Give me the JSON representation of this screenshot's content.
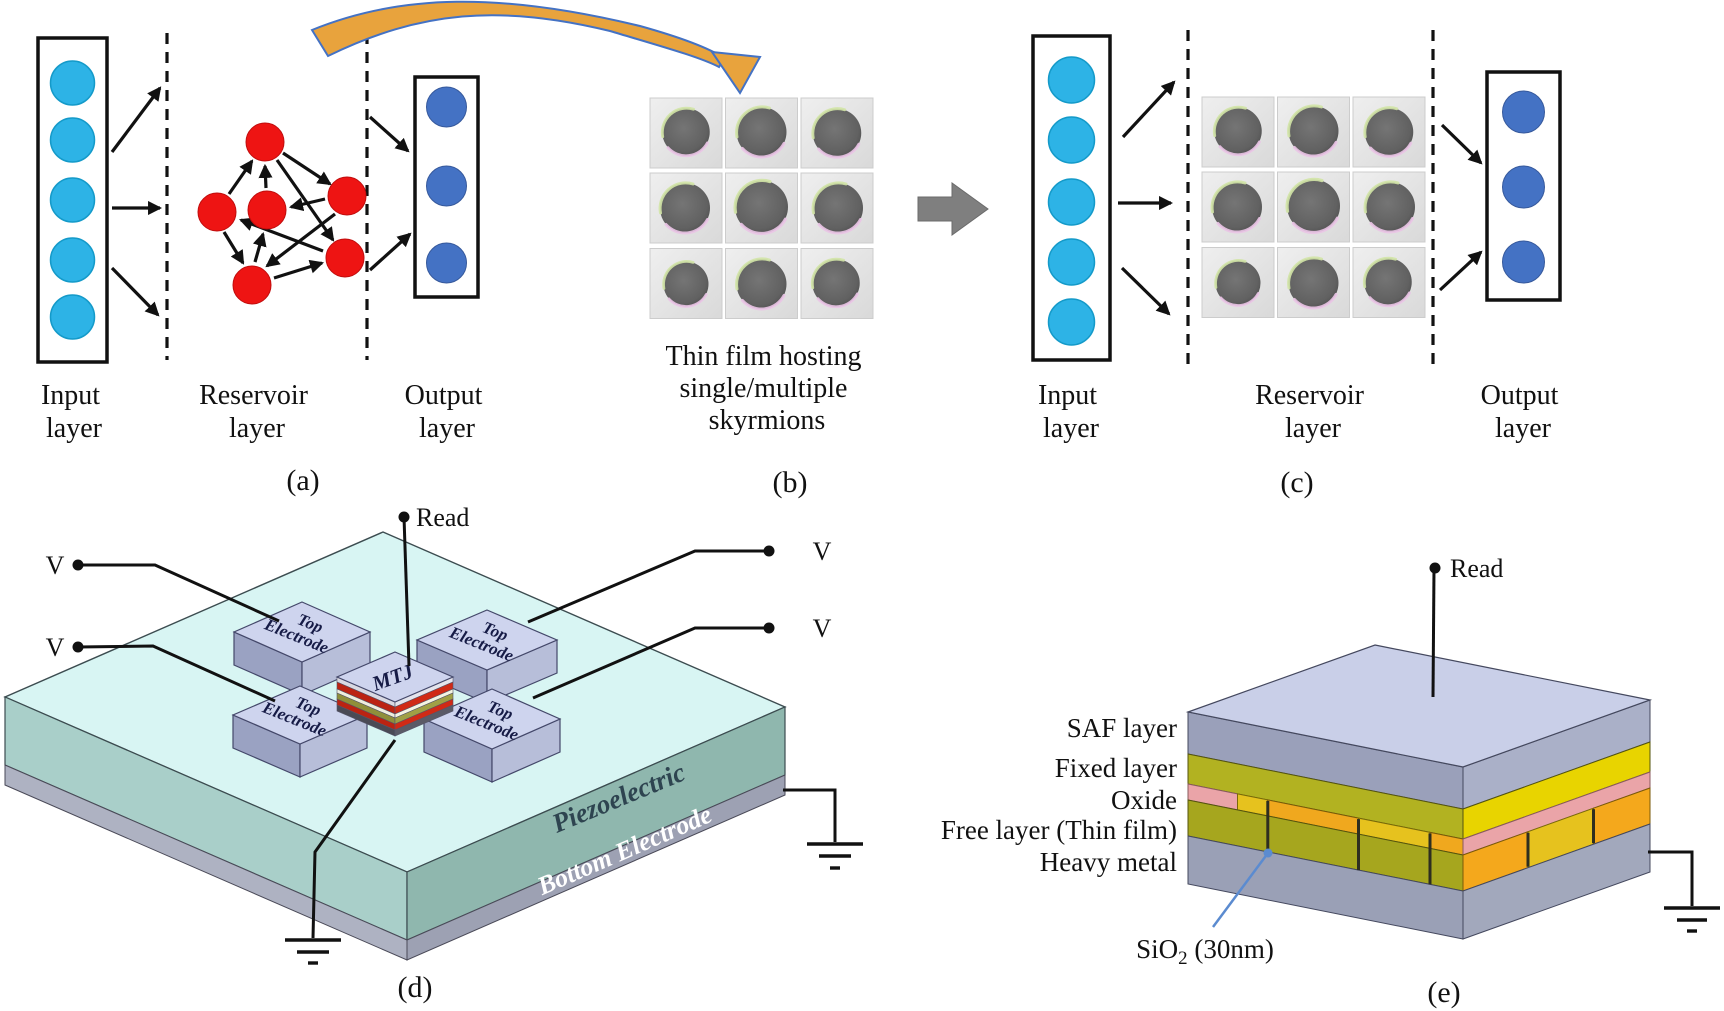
{
  "colors": {
    "c_input_node": "#2db3e6",
    "c_output_node": "#4472c4",
    "c_reservoir_node": "#ee1413",
    "c_gray_arrow": "#7f7f7f",
    "c_gold": "#e8a33d",
    "c_curve_blue": "#4472c4",
    "c_piezo_top": "#d8f5f3",
    "c_piezo_left": "#a9cfc9",
    "c_piezo_right": "#8fb7ae",
    "c_piezo_text": "#2e4450",
    "c_belec_left": "#aeb2c2",
    "c_belec_right": "#9da1b3",
    "c_ebox_top": "#ced4ee",
    "c_ebox_left": "#9aa2c2",
    "c_ebox_right": "#b7bed9",
    "c_saf_top": "#c9cfe8",
    "c_saf_front": "#9aa0ba",
    "c_saf_side": "#aab0c8",
    "c_fixed_front": "#b2b221",
    "c_fixed_side": "#e8d400",
    "c_oxide": "#eaa4a8",
    "c_free_front": "#a6a61e",
    "c_free_side": "#f4a81c",
    "c_free_top_yellow": "#e6c21e",
    "c_free_top_orange": "#f0a81e",
    "c_heavy_front": "#9aa0b6",
    "c_heavy_side": "#a2a8bc",
    "c_sio2_blue": "#5b8bd0"
  },
  "panel_a": {
    "caption": "(a)",
    "input_label": [
      "Input",
      "layer"
    ],
    "reservoir_label": [
      "Reservoir",
      "layer"
    ],
    "output_label": [
      "Output",
      "layer"
    ],
    "input_node_count": 5,
    "reservoir_node_count": 6,
    "output_node_count": 3
  },
  "panel_b": {
    "caption": "(b)",
    "description_lines": [
      "Thin film hosting",
      "single/multiple",
      "skyrmions"
    ],
    "grid": {
      "rows": 3,
      "cols": 3
    }
  },
  "panel_c": {
    "caption": "(c)",
    "input_label": [
      "Input",
      "layer"
    ],
    "reservoir_label": [
      "Reservoir",
      "layer"
    ],
    "output_label": [
      "Output",
      "layer"
    ],
    "input_node_count": 5,
    "output_node_count": 3,
    "grid": {
      "rows": 3,
      "cols": 3
    }
  },
  "panel_d": {
    "caption": "(d)",
    "read_label": "Read",
    "voltage_label": "V",
    "mtj_label": "MTJ",
    "top_electrode_label": [
      "Top",
      "Electrode"
    ],
    "piezoelectric_label": "Piezoelectric",
    "bottom_electrode_label": "Bottom Electrode"
  },
  "panel_e": {
    "caption": "(e)",
    "read_label": "Read",
    "layer_labels": [
      "SAF layer",
      "Fixed layer",
      "Oxide",
      "Free layer (Thin film)",
      "Heavy metal"
    ],
    "sio2_label": {
      "base": "SiO",
      "sub": "2",
      "suffix": " (30nm)"
    }
  }
}
